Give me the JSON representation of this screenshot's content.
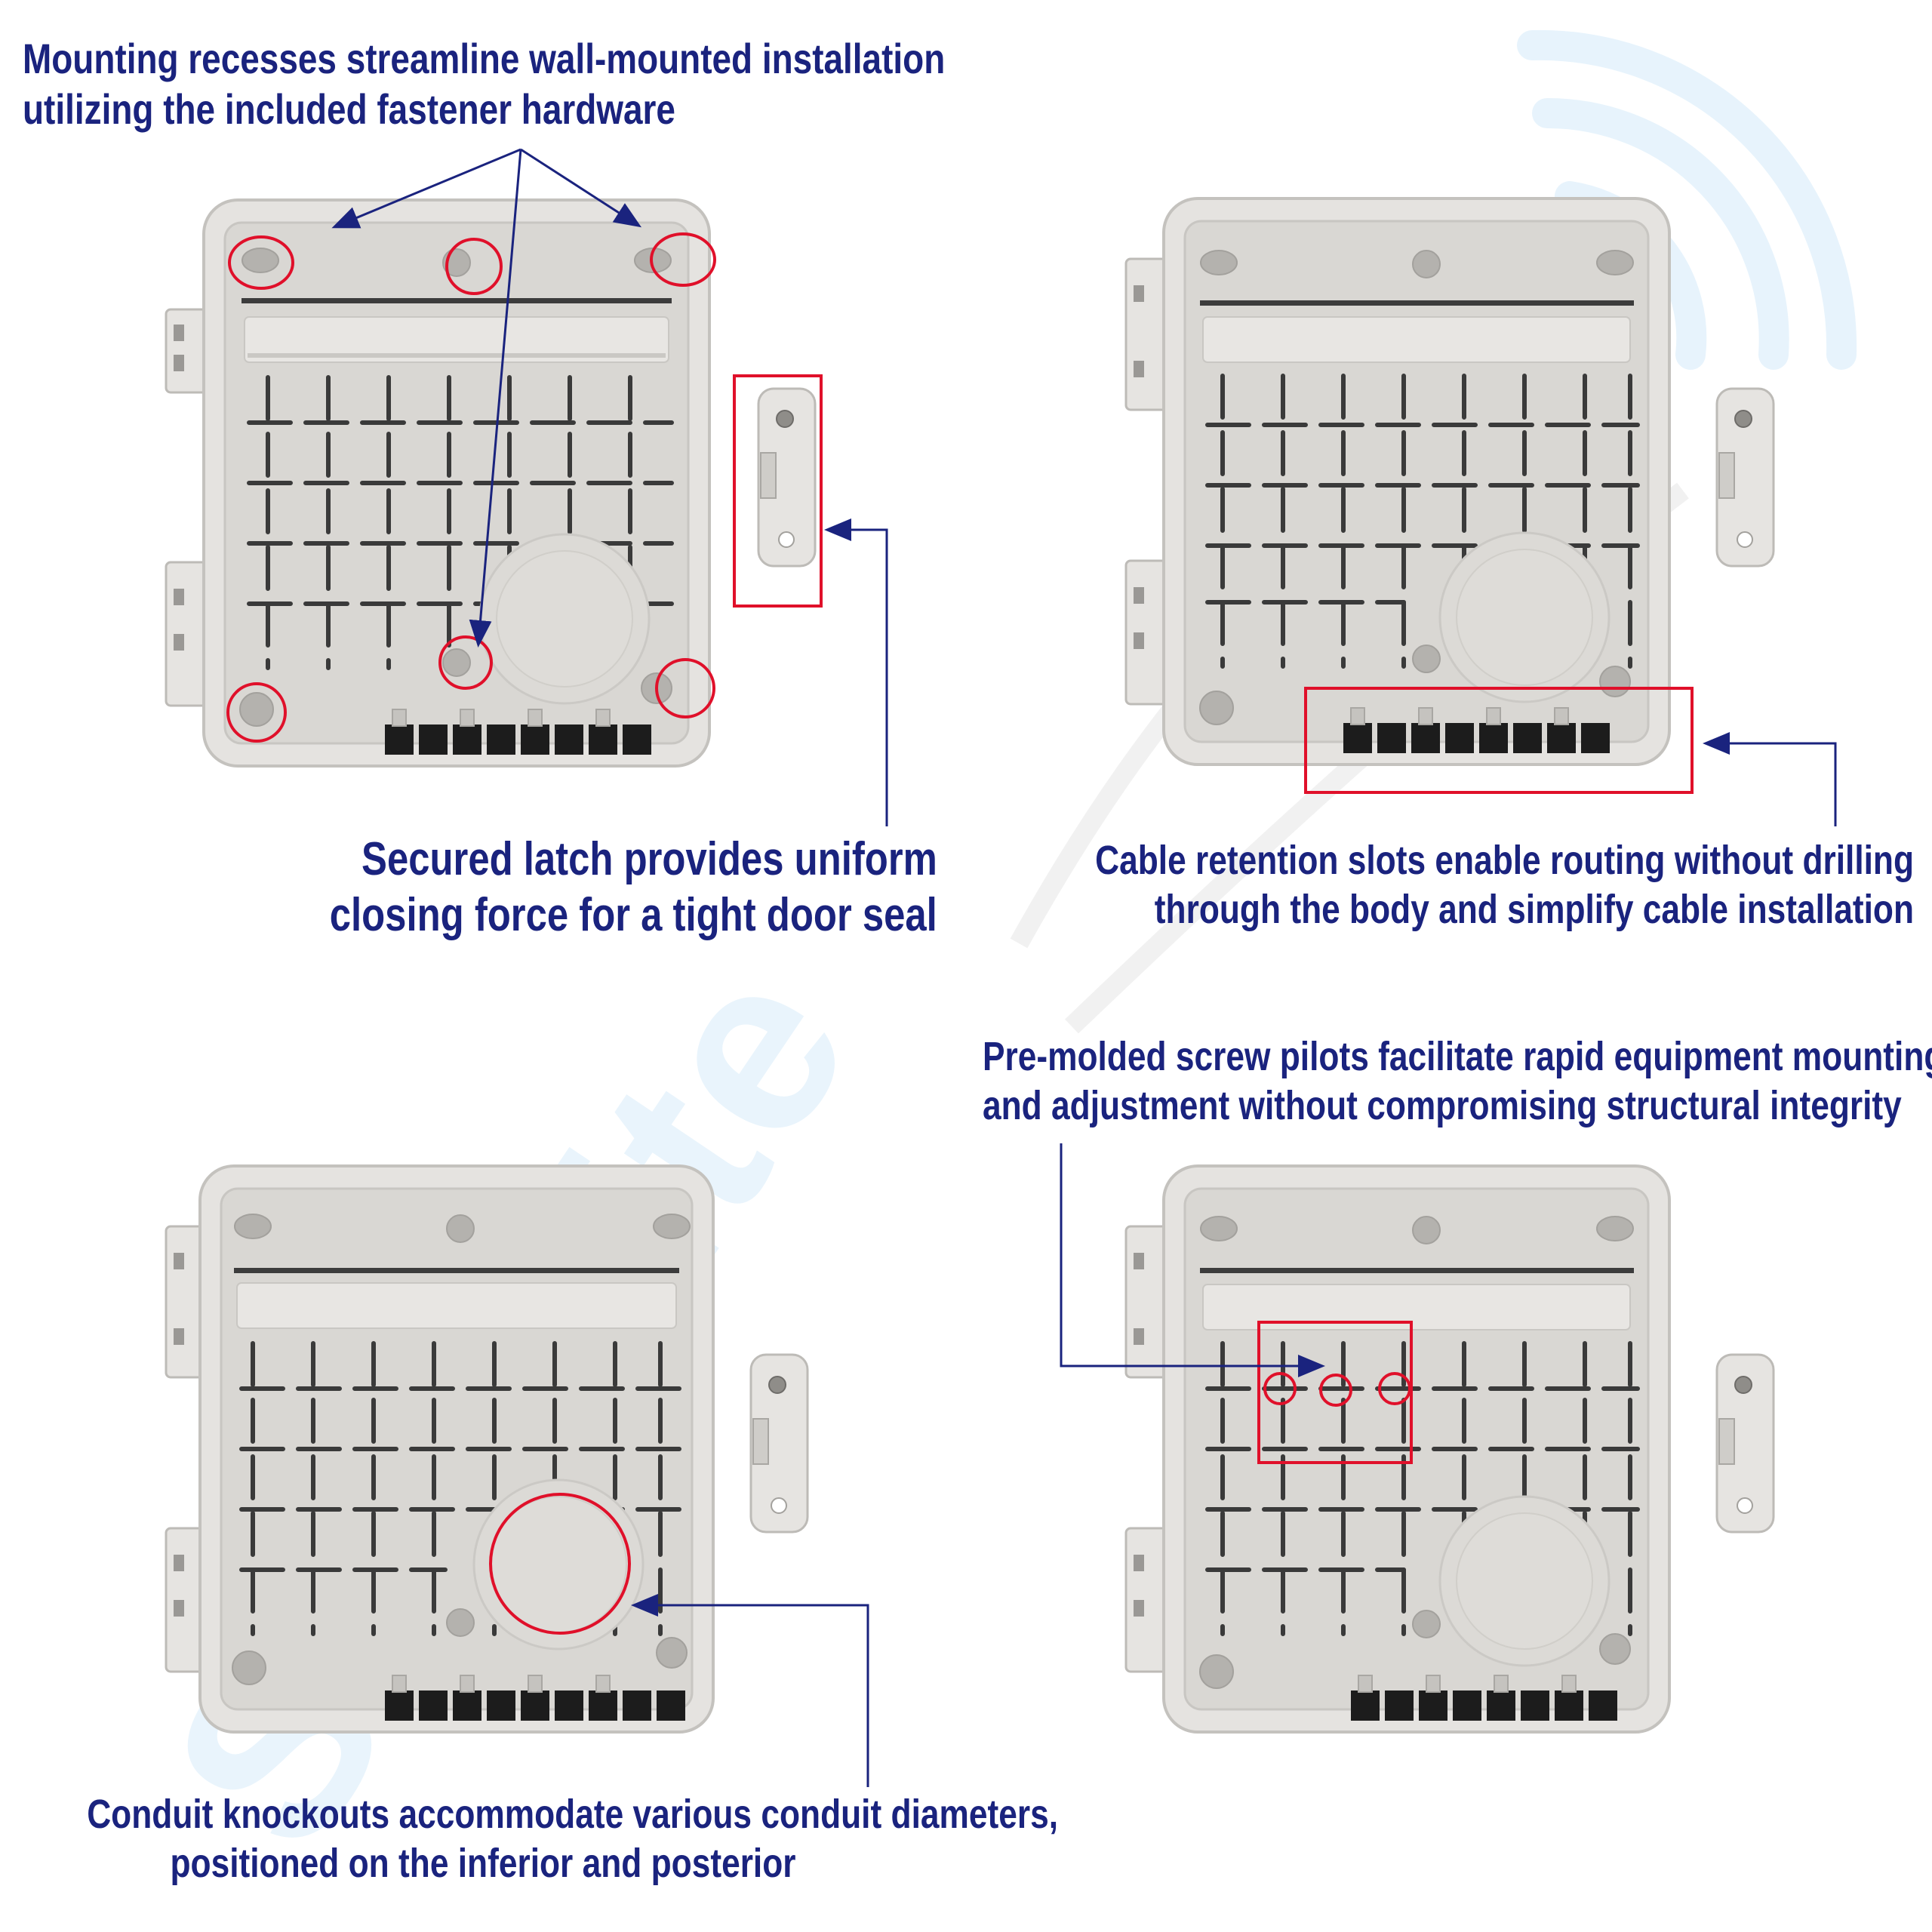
{
  "captions": {
    "mounting": {
      "line1": "Mounting recesses streamline wall-mounted installation",
      "line2": "utilizing the included fastener hardware"
    },
    "latch": {
      "line1": "Secured latch provides uniform",
      "line2": "closing force for a tight door seal"
    },
    "cable": {
      "line1": "Cable retention slots enable routing without drilling",
      "line2": "through the body and simplify cable installation"
    },
    "screw": {
      "line1": "Pre-molded screw pilots facilitate rapid equipment mounting",
      "line2": "and adjustment without compromising structural integrity"
    },
    "conduit": {
      "line1": "Conduit knockouts accommodate various conduit diameters,",
      "line2": "positioned on the inferior and posterior"
    }
  },
  "watermark": {
    "text": "Satellite"
  },
  "colors": {
    "text": "#1a237e",
    "leader_line": "#1a237e",
    "highlight": "#e0102a",
    "enclosure_body": "#e4e2df",
    "enclosure_inner": "#d9d7d3",
    "slot": "#3a3a3a",
    "cable_plug": "#1c1c1c",
    "watermark": "#e2f1fb"
  }
}
